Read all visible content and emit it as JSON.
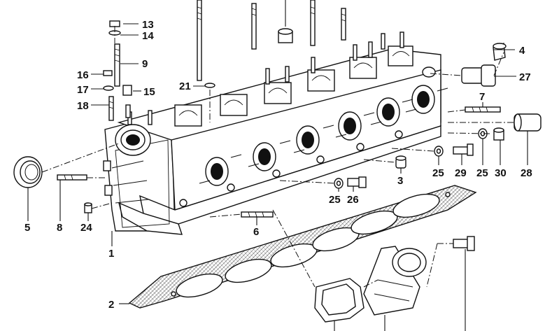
{
  "callouts": {
    "c1": "1",
    "c2": "2",
    "c3": "3",
    "c4": "4",
    "c5": "5",
    "c6": "6",
    "c7": "7",
    "c8": "8",
    "c9": "9",
    "c13": "13",
    "c14": "14",
    "c15": "15",
    "c16": "16",
    "c17": "17",
    "c18": "18",
    "c21": "21",
    "c24": "24",
    "c25a": "25",
    "c25b": "25",
    "c25c": "25",
    "c26": "26",
    "c27": "27",
    "c28": "28",
    "c29": "29",
    "c30": "30"
  },
  "colors": {
    "ink": "#111111",
    "paper": "#ffffff"
  }
}
